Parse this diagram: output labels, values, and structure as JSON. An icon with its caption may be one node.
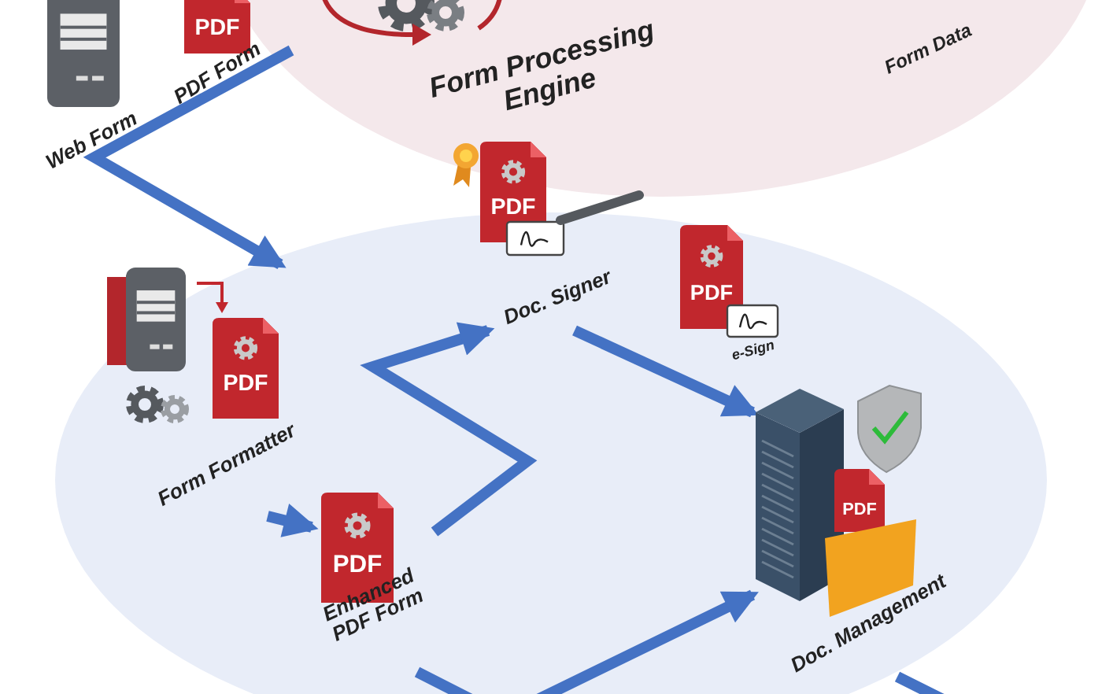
{
  "diagram": {
    "nodes": [
      {
        "text": [
          "Form Processing Engine"
        ]
      },
      {
        "text": [
          "Form Data"
        ],
        "in": 0
      },
      {
        "text": [
          "Web Form"
        ]
      },
      {
        "text": [
          "PDF Form"
        ]
      },
      {
        "text": [],
        "shape": "ellipse"
      },
      {
        "text": [
          "Form Formatter"
        ],
        "in": 4
      },
      {
        "text": [
          "Doc. Signer"
        ]
      },
      {
        "text": [
          "e-Sign"
        ],
        "in": 4
      },
      {
        "text": [
          "Enhanced PDF Form"
        ],
        "in": 4
      },
      {
        "text": [
          "Doc. Management"
        ],
        "in": 4
      }
    ],
    "edges": [
      {
        "from": 3,
        "to": 5,
        "arrow": "to"
      },
      {
        "from": 5,
        "to": 8,
        "arrow": "to"
      },
      {
        "from": 8,
        "to": 6,
        "arrow": "to"
      },
      {
        "from": 6,
        "to": 9,
        "arrow": "to"
      },
      {
        "from": 8,
        "to": 9,
        "arrow": "to"
      },
      {
        "from": 9,
        "to": null,
        "arrow": "none"
      }
    ],
    "labels": [
      "PDF",
      "PDF",
      "PDF",
      "PDF",
      "PDF",
      "PDF"
    ]
  }
}
